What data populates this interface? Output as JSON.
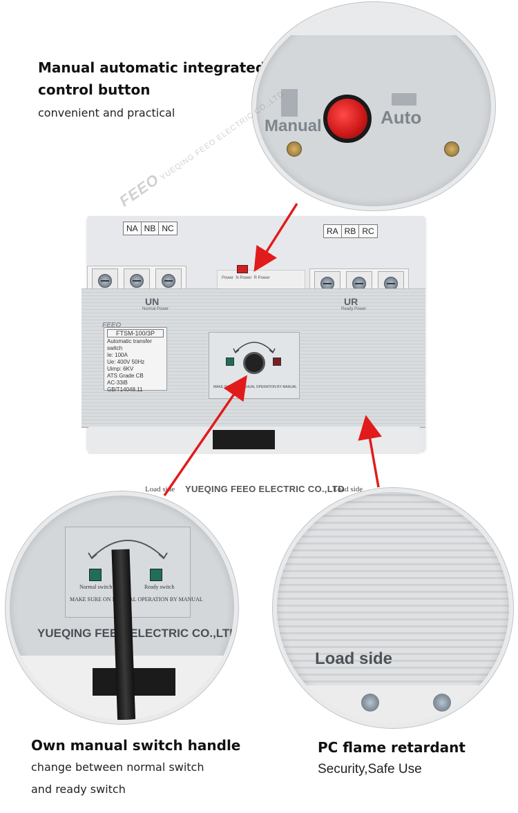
{
  "captions": {
    "top": {
      "title_line1": "Manual automatic integrated",
      "title_line2": "control button",
      "subtitle": "convenient and practical"
    },
    "bottom_left": {
      "title": "Own manual switch handle",
      "line1": "change between normal switch",
      "line2": "and ready switch"
    },
    "bottom_right": {
      "title": "PC flame retardant",
      "subtitle": "Security,Safe Use"
    }
  },
  "device": {
    "left_labels": [
      "NA",
      "NB",
      "NC"
    ],
    "right_labels": [
      "RA",
      "RB",
      "RC"
    ],
    "left_power": "UN",
    "left_power_sub": "Normal Power",
    "right_power": "UR",
    "right_power_sub": "Ready Power",
    "indicator": "Power  N Power  R Power",
    "brand": "FEEO",
    "rating": {
      "model": "FTSM-100/3P",
      "type": "Automatic transfer switch",
      "rows": [
        "Ie:          100A",
        "Ue:    400V 50Hz",
        "Uimp:         6KV",
        "ATS Grade CB",
        "AC-33iB",
        "GB/T14048.11"
      ]
    },
    "switch_note": "MAKE SURE ON MANUAL OPERATION BY MANUAL",
    "maker": "YUEQING FEEO ELECTRIC CO.,LTD",
    "load_left": "Load side",
    "load_right": "Load side"
  },
  "zoom_top": {
    "manual": "Manual",
    "auto": "Auto"
  },
  "zoom_bottom_left": {
    "maker": "YUEQING FEEO ELECTRIC CO.,LTD",
    "normal": "Normal switch",
    "ready": "Ready switch",
    "note": "MAKE SURE ON MANUAL OPERATION BY MANUAL"
  },
  "zoom_bottom_right": {
    "label": "Load side"
  },
  "watermark": {
    "logo": "FEEO",
    "text": "YUEQING FEEO ELECTRIC CO.,LTD"
  },
  "colors": {
    "arrow": "#e11b1b",
    "panel": "#d9dcdf",
    "button": "#d11a1a"
  }
}
